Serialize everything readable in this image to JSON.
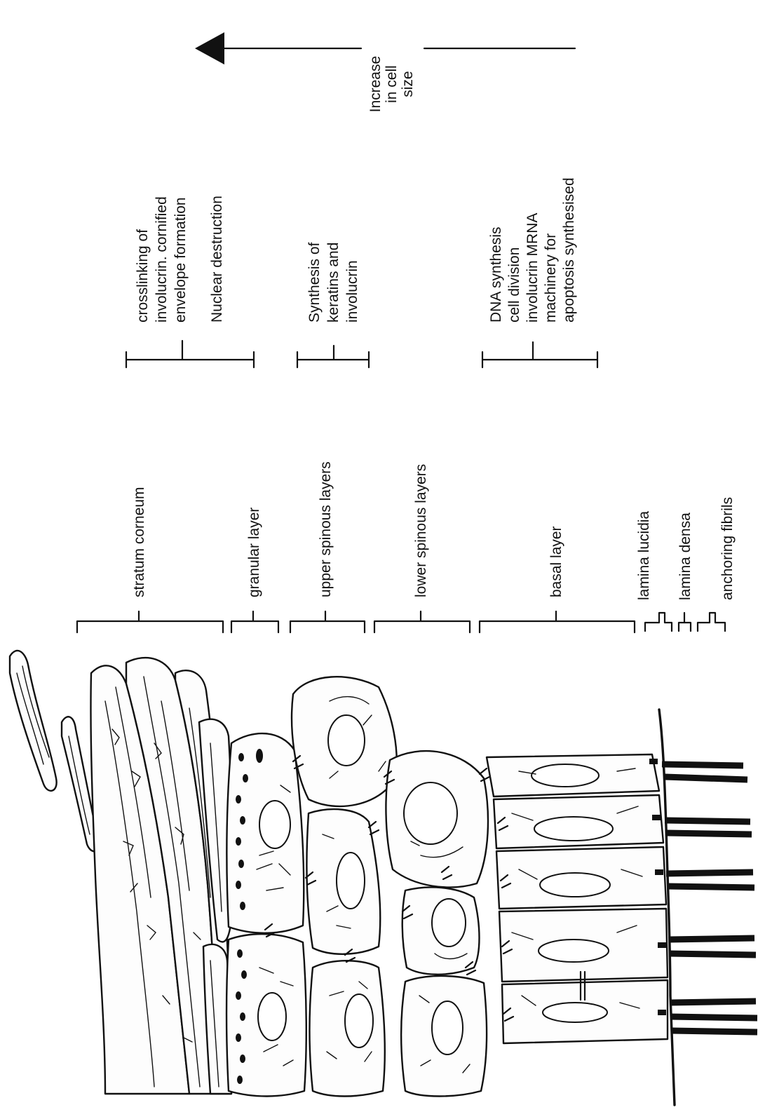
{
  "arrow": {
    "label_lines": [
      "Increase",
      "in cell",
      "size"
    ]
  },
  "functions": [
    {
      "lines": [
        "crosslinking of",
        "involucrin. cornified",
        "envelope formation"
      ]
    },
    {
      "lines": [
        "Nuclear destruction"
      ]
    },
    {
      "lines": [
        "Synthesis of",
        "keratins and",
        "involucrin"
      ]
    },
    {
      "lines": [
        "DNA synthesis",
        "cell division",
        "involucrin MRNA",
        "machinery for",
        "apoptosis synthesised"
      ]
    }
  ],
  "layers": [
    {
      "label": "stratum corneum"
    },
    {
      "label": "granular layer"
    },
    {
      "label": "upper spinous layers"
    },
    {
      "label": "lower spinous layers"
    },
    {
      "label": "basal layer"
    }
  ],
  "membrane": [
    {
      "label": "lamina lucidia"
    },
    {
      "label": "lamina densa"
    },
    {
      "label": "anchoring fibrils"
    }
  ],
  "colors": {
    "ink": "#111111",
    "background": "#ffffff"
  }
}
